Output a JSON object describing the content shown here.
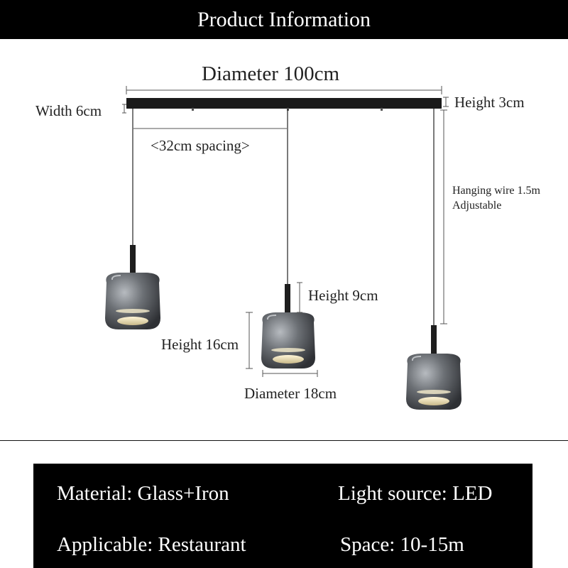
{
  "header": {
    "title": "Product Information"
  },
  "diagram": {
    "diameter_label": "Diameter 100cm",
    "width_label": "Width 6cm",
    "height_bar_label": "Height 3cm",
    "spacing_label": "<32cm spacing>",
    "wire_label_line1": "Hanging wire 1.5m",
    "wire_label_line2": "Adjustable",
    "stem_height_label": "Height 9cm",
    "shade_height_label": "Height 16cm",
    "shade_diameter_label": "Diameter 18cm"
  },
  "specs": {
    "material": "Material: Glass+Iron",
    "light_source": "Light source: LED",
    "applicable": "Applicable: Restaurant",
    "space": "Space: 10-15m"
  }
}
